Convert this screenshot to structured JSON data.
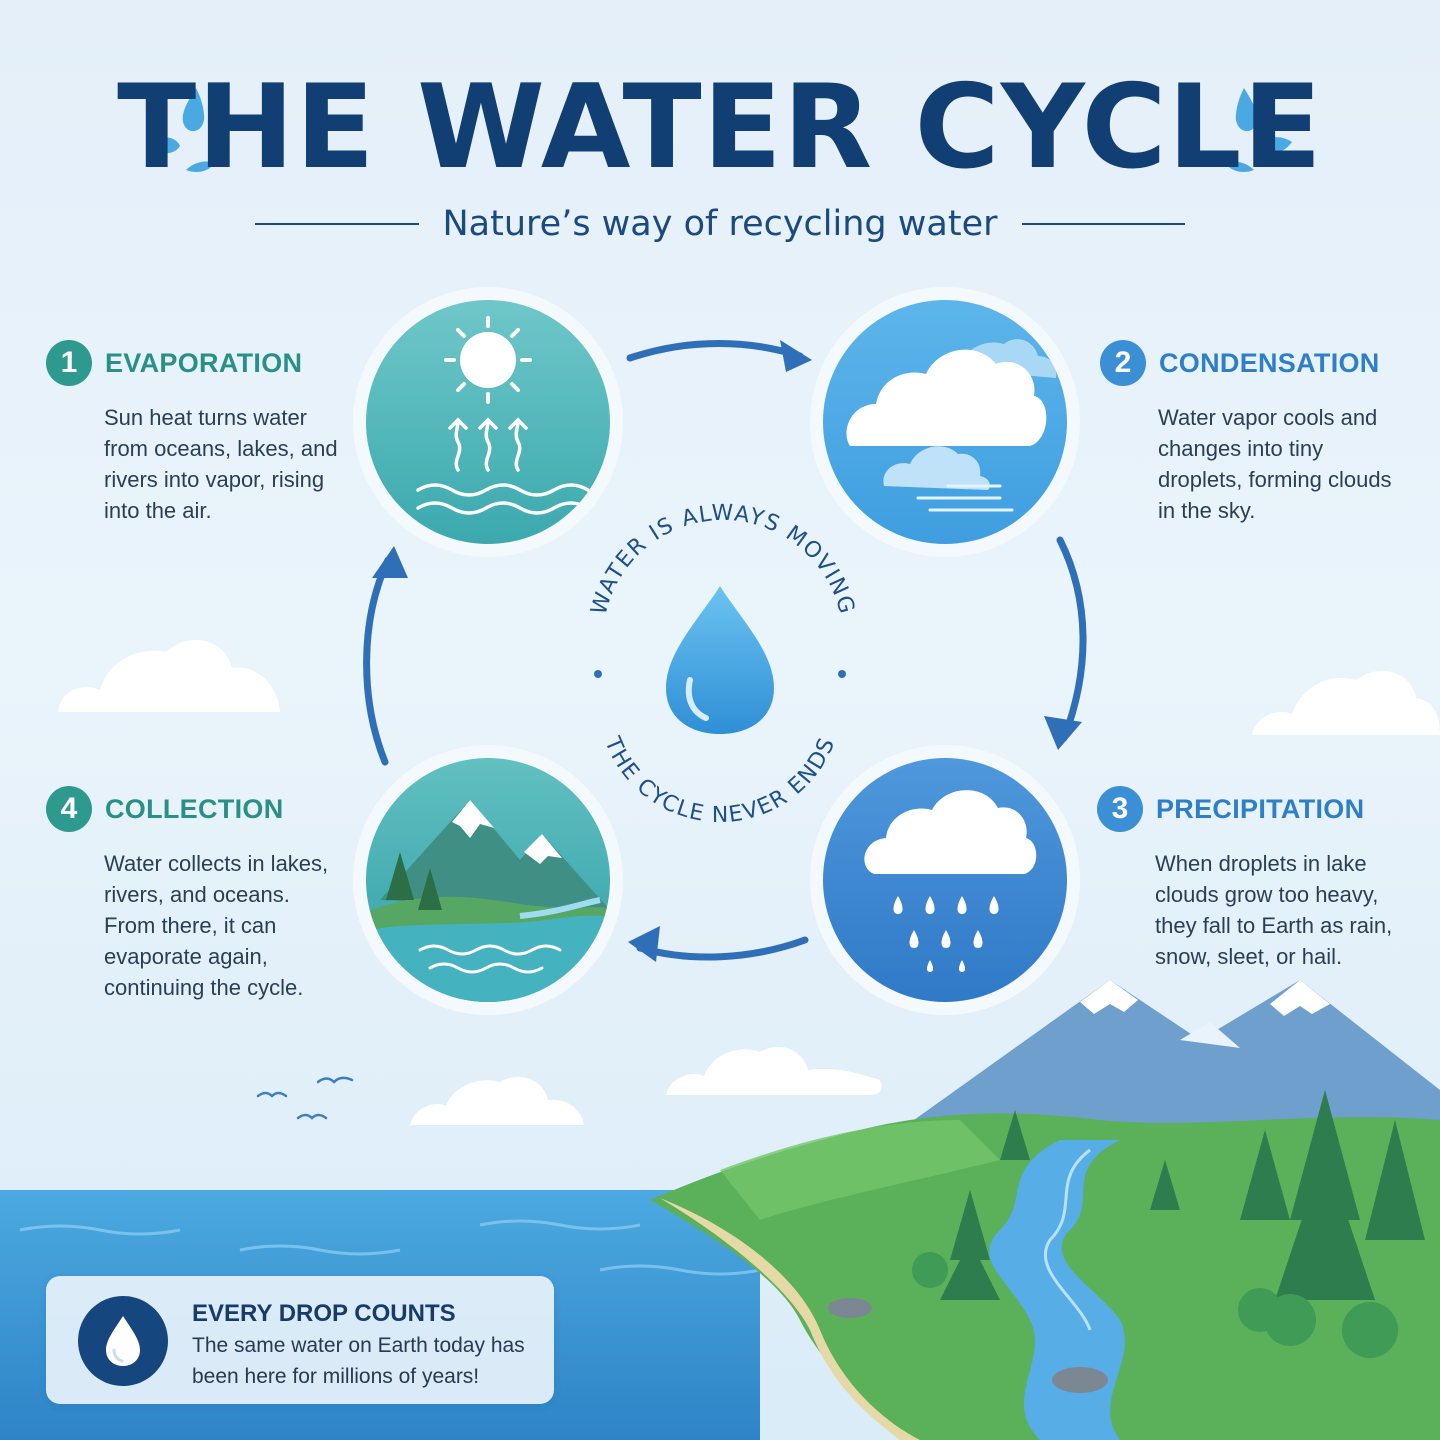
{
  "header": {
    "title": "THE WATER CYCLE",
    "subtitle": "Nature’s way of recycling water"
  },
  "steps": [
    {
      "number": "1",
      "title": "EVAPORATION",
      "text": "Sun heat turns water from oceans, lakes, and rivers into vapor, rising into the air.",
      "icon": "sun-evaporation-icon"
    },
    {
      "number": "2",
      "title": "CONDENSATION",
      "text": "Water vapor cools and changes into tiny droplets, forming clouds in the sky.",
      "icon": "clouds-icon"
    },
    {
      "number": "3",
      "title": "PRECIPITATION",
      "text": "When droplets in lake clouds grow too heavy, they fall to Earth as rain, snow, sleet, or hail.",
      "icon": "rain-cloud-icon"
    },
    {
      "number": "4",
      "title": "COLLECTION",
      "text": "Water collects in lakes, rivers, and oceans. From there, it can evaporate again, continuing the cycle.",
      "icon": "mountain-lake-icon"
    }
  ],
  "center": {
    "top_text": "WATER IS ALWAYS MOVING",
    "bottom_text": "THE CYCLE NEVER ENDS",
    "icon": "water-drop-icon"
  },
  "info_box": {
    "title": "EVERY DROP COUNTS",
    "text": "The same water on Earth today has been here for millions of years!",
    "icon": "water-drop-icon"
  },
  "colors": {
    "title": "#123f73",
    "teal": "#2e9a8f",
    "blue": "#3b8fd4",
    "deep_blue": "#15467e",
    "arrow": "#2f6fb8"
  }
}
